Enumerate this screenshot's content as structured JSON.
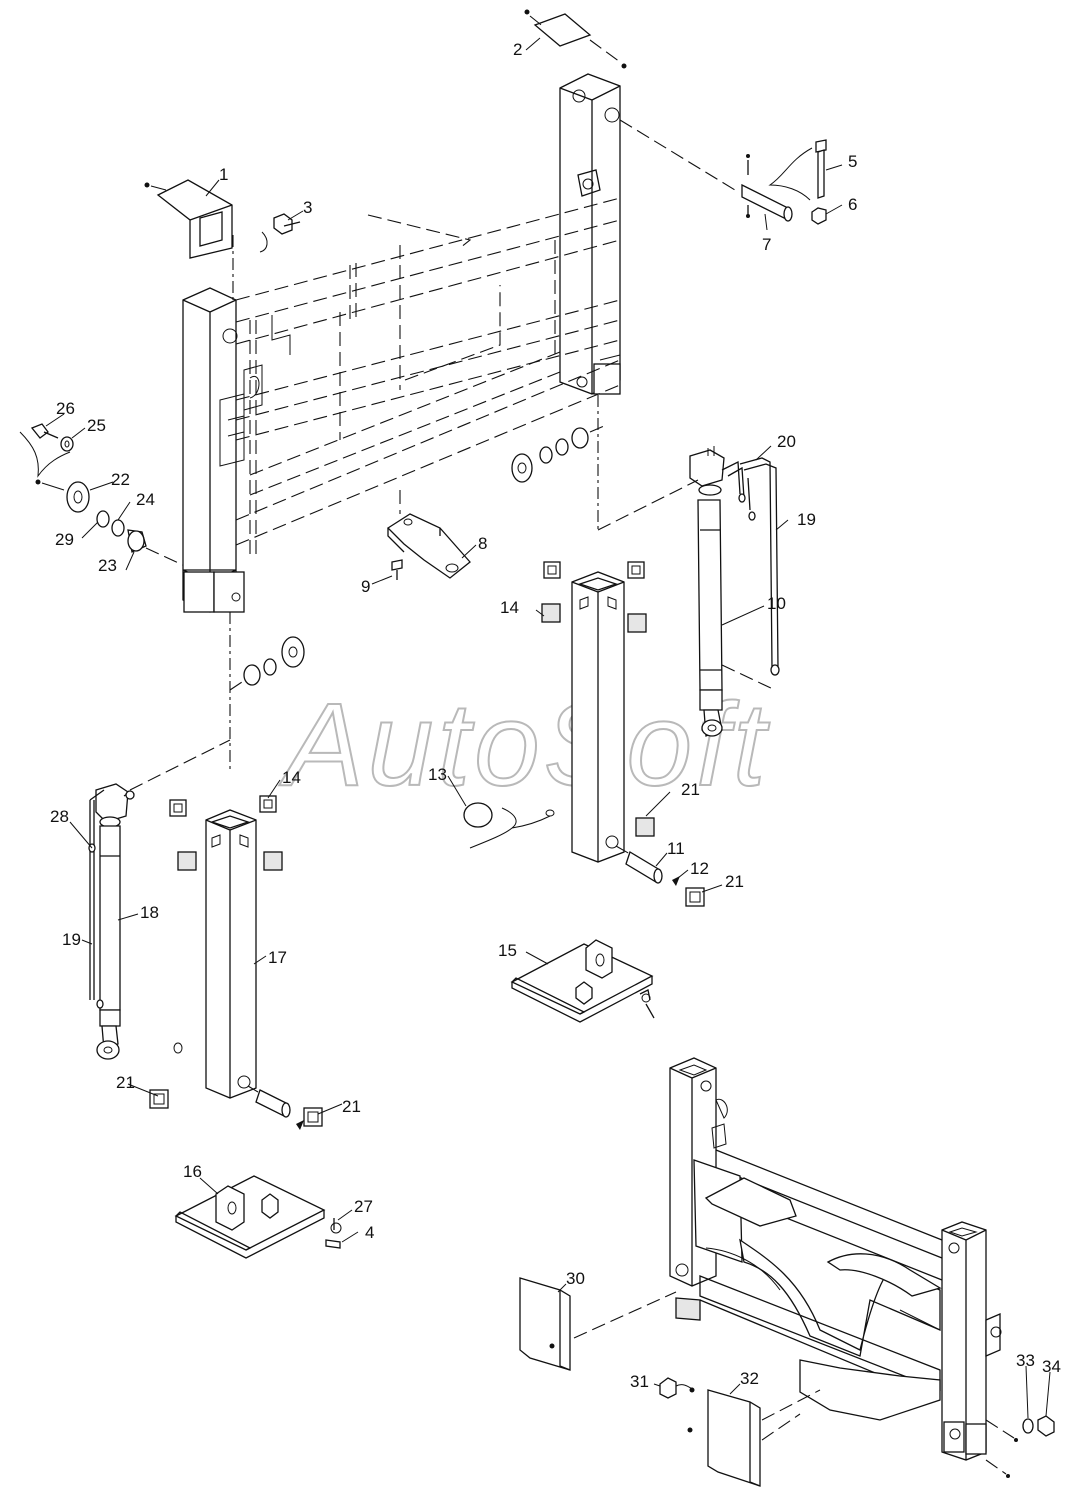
{
  "watermark": "AutoSoft",
  "callouts": [
    {
      "id": "c1",
      "text": "1"
    },
    {
      "id": "c2",
      "text": "2"
    },
    {
      "id": "c3",
      "text": "3"
    },
    {
      "id": "c4",
      "text": "4"
    },
    {
      "id": "c5",
      "text": "5"
    },
    {
      "id": "c6",
      "text": "6"
    },
    {
      "id": "c7",
      "text": "7"
    },
    {
      "id": "c8",
      "text": "8"
    },
    {
      "id": "c9",
      "text": "9"
    },
    {
      "id": "c10",
      "text": "10"
    },
    {
      "id": "c11",
      "text": "11"
    },
    {
      "id": "c12",
      "text": "12"
    },
    {
      "id": "c13",
      "text": "13"
    },
    {
      "id": "c14a",
      "text": "14"
    },
    {
      "id": "c14b",
      "text": "14"
    },
    {
      "id": "c15",
      "text": "15"
    },
    {
      "id": "c16",
      "text": "16"
    },
    {
      "id": "c17",
      "text": "17"
    },
    {
      "id": "c18",
      "text": "18"
    },
    {
      "id": "c19a",
      "text": "19"
    },
    {
      "id": "c19b",
      "text": "19"
    },
    {
      "id": "c20",
      "text": "20"
    },
    {
      "id": "c21a",
      "text": "21"
    },
    {
      "id": "c21b",
      "text": "21"
    },
    {
      "id": "c21c",
      "text": "21"
    },
    {
      "id": "c21d",
      "text": "21"
    },
    {
      "id": "c22",
      "text": "22"
    },
    {
      "id": "c23",
      "text": "23"
    },
    {
      "id": "c24",
      "text": "24"
    },
    {
      "id": "c25",
      "text": "25"
    },
    {
      "id": "c26",
      "text": "26"
    },
    {
      "id": "c27",
      "text": "27"
    },
    {
      "id": "c28",
      "text": "28"
    },
    {
      "id": "c29",
      "text": "29"
    },
    {
      "id": "c30",
      "text": "30"
    },
    {
      "id": "c31",
      "text": "31"
    },
    {
      "id": "c32",
      "text": "32"
    },
    {
      "id": "c33",
      "text": "33"
    },
    {
      "id": "c34",
      "text": "34"
    }
  ]
}
